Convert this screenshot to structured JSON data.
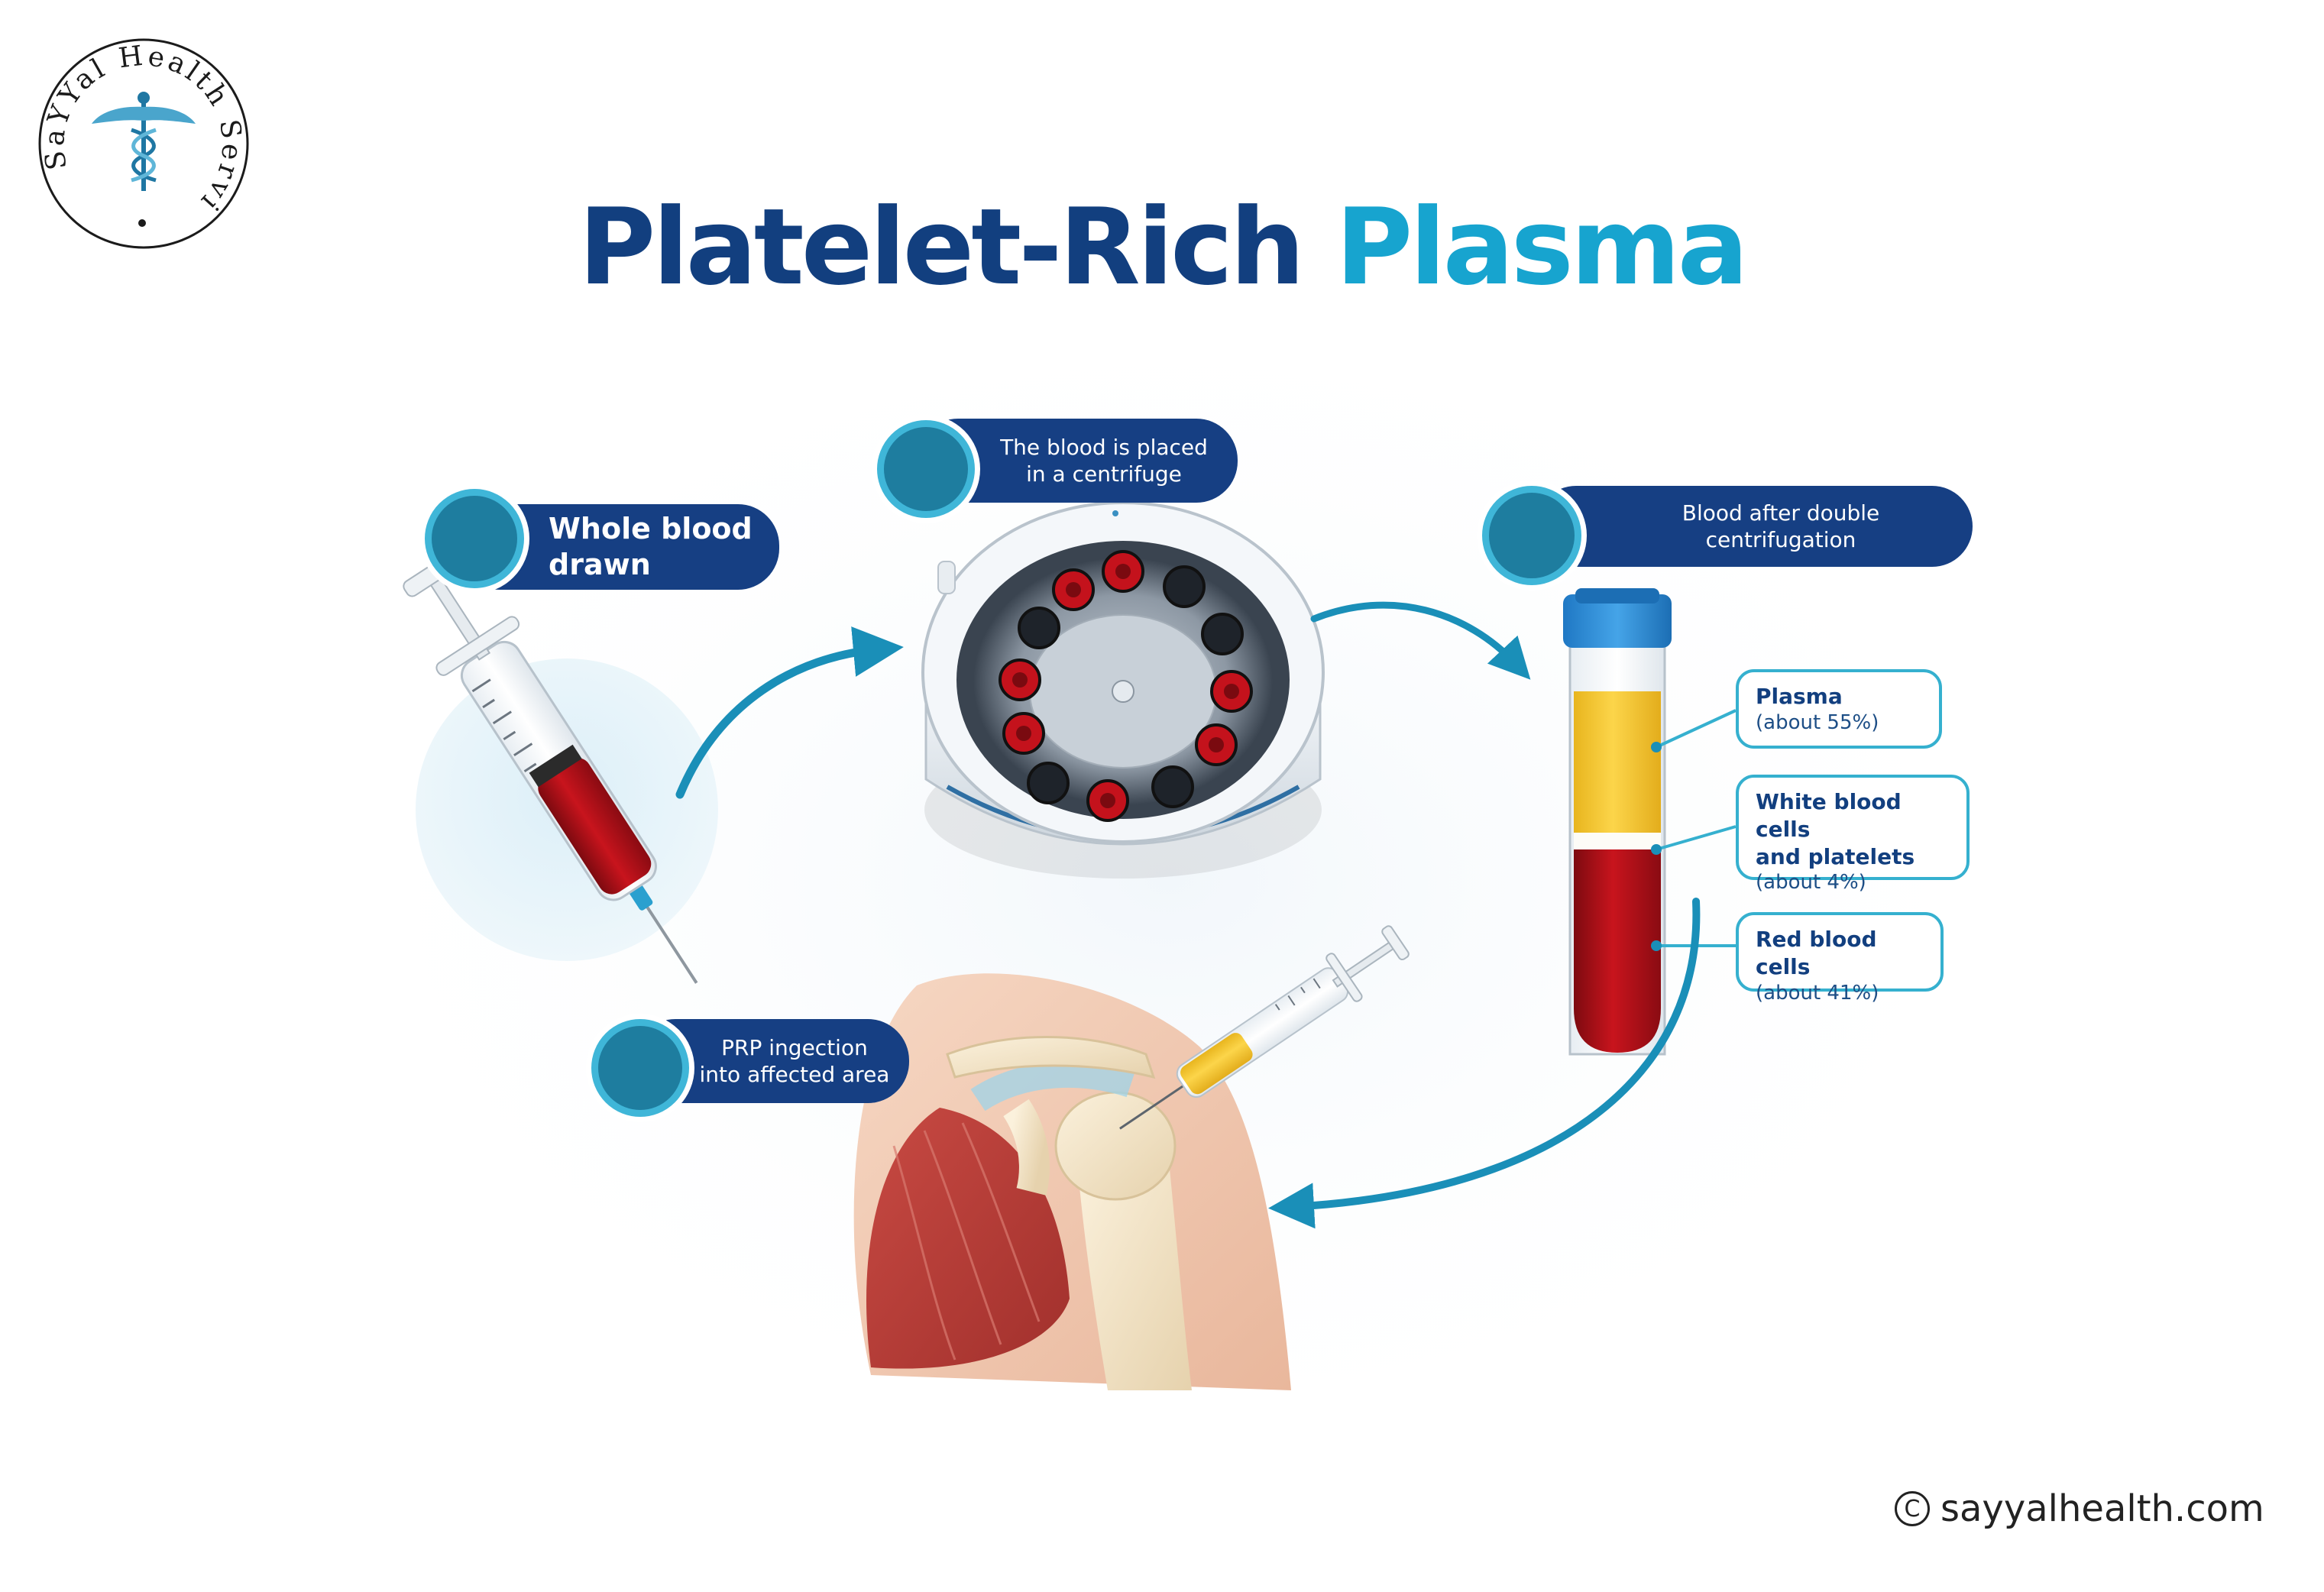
{
  "logo": {
    "text": "SaYYal Health Services",
    "icon": "caduceus-icon"
  },
  "title": {
    "part1": "Platelet-Rich",
    "part2": "Plasma"
  },
  "steps": {
    "drawn": "Whole blood\ndrawn",
    "centrifuge": "The blood is placed\nin a centrifuge",
    "after": "Blood after double\ncentrifugation",
    "injection": "PRP ingection\ninto affected area"
  },
  "layers": [
    {
      "name": "Plasma",
      "pct": "(about 55%)",
      "share": 55
    },
    {
      "name": "White blood cells\nand platelets",
      "pct": "(about 4%)",
      "share": 4
    },
    {
      "name": "Red blood cells",
      "pct": "(about 41%)",
      "share": 41
    }
  ],
  "copyright": {
    "symbol": "C",
    "site": "sayyalhealth.com"
  },
  "colors": {
    "navy": "#123f7f",
    "teal": "#17a4cf",
    "blood": "#b5121b",
    "plasma": "#f6c634"
  }
}
